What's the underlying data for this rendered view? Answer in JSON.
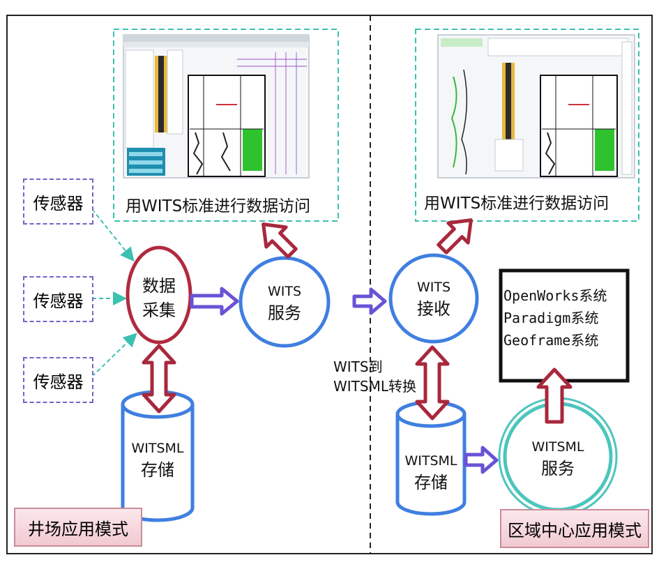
{
  "left_mode": "井场应用模式",
  "right_mode": "区域中心应用模式",
  "sensor_label": "传感器",
  "sensors": [
    "传感器",
    "传感器",
    "传感器"
  ],
  "data_collect": [
    "数据",
    "采集"
  ],
  "wits_service": [
    "WITS",
    "服务"
  ],
  "wits_receive": [
    "WITS",
    "接收"
  ],
  "witsml_store_left": [
    "WITSML",
    "存储"
  ],
  "witsml_store_right": [
    "WITSML",
    "存储"
  ],
  "witsml_service": [
    "WITSML",
    "服务"
  ],
  "conversion": [
    "WITS到",
    "WITSML转换"
  ],
  "access_left": "用WITS标准进行数据访问",
  "access_right": "用WITS标准进行数据访问",
  "systems": [
    "OpenWorks系统",
    "Paradigm系统",
    "Geoframe系统"
  ],
  "colors": {
    "circle_blue": "#3f7fe0",
    "circle_red": "#b02a3f",
    "circle_teal": "#4cc5bd",
    "arrow_red": "#a8283c",
    "arrow_purple": "#6a52d6",
    "dashed_teal": "#3cc0b0",
    "dashed_purple": "#7b5fc7"
  }
}
